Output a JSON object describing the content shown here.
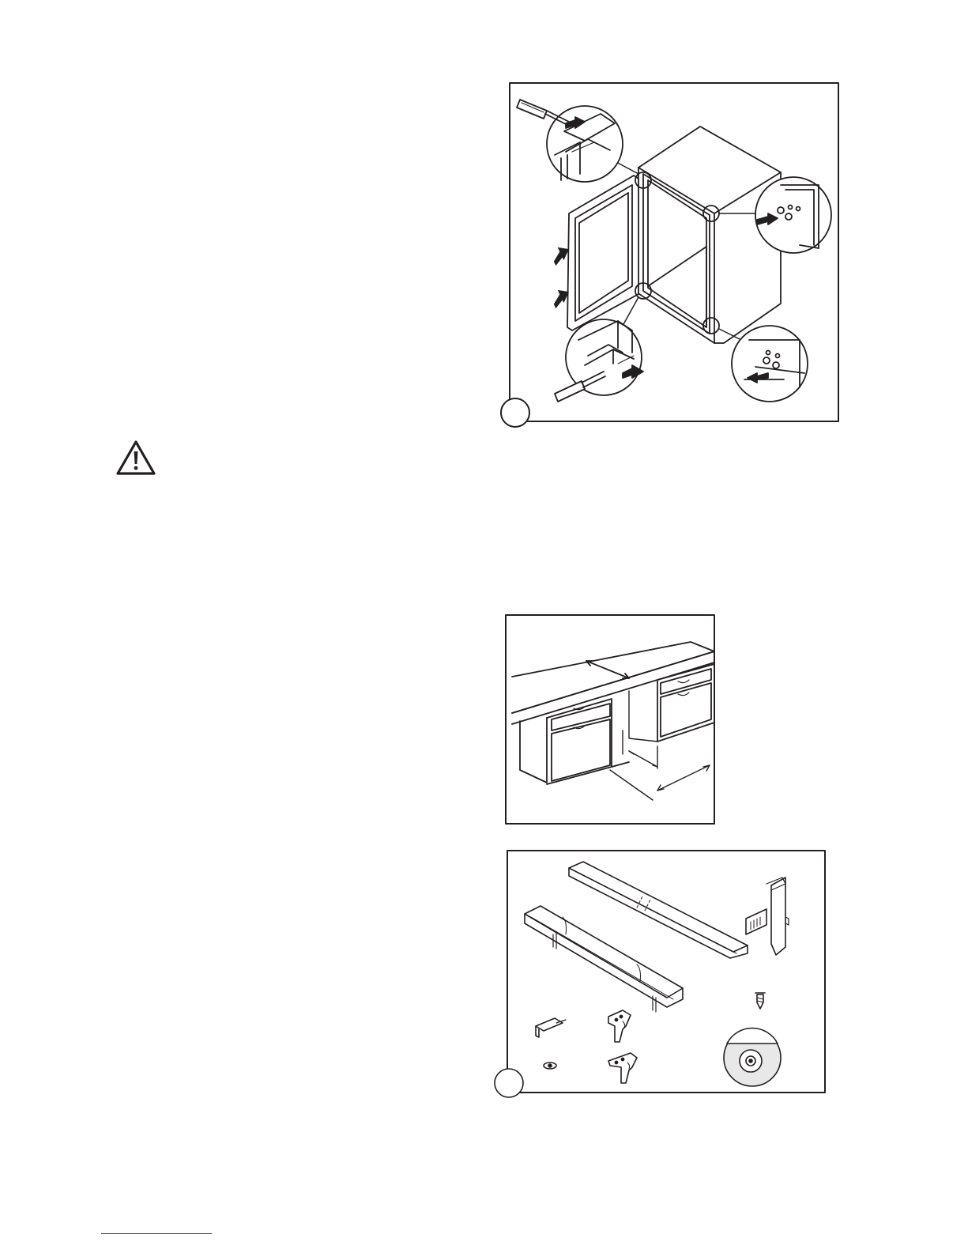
{
  "page": {
    "background": "#ffffff",
    "ink": "#231f20",
    "link_color": "#2b3fc6"
  },
  "figures": [
    {
      "name": "door-hinge-reversal",
      "icon": "refrigerator-door-removal-illustration"
    },
    {
      "name": "kitchen-niche",
      "icon": "cabinet-niche-illustration"
    },
    {
      "name": "fitting-kit",
      "icon": "mounting-parts-illustration"
    }
  ],
  "warning": {
    "icon": "warning-triangle-icon"
  },
  "footer": {
    "link_underline": ""
  }
}
